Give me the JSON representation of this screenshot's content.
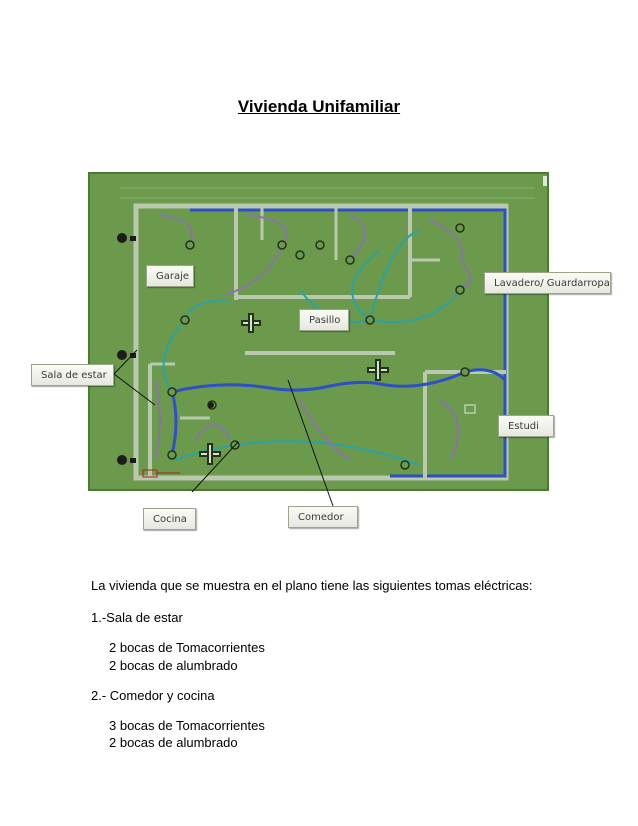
{
  "document": {
    "title": "Vivienda Unifamiliar"
  },
  "plan": {
    "background_color": "#6c9a4d",
    "frame_color": "#5a8a3d",
    "wall_color": "#b9c8ae",
    "blue_circuit_color": "#2f4fc8",
    "teal_circuit_color": "#2aa3a3",
    "purple_circuit_color": "#8a73a8",
    "labels": {
      "garaje": "Garaje",
      "pasillo": "Pasillo",
      "lavadero": "Lavadero/ Guardarropa",
      "sala": "Sala de estar",
      "estudio": "Estudi",
      "cocina": "Cocina",
      "comedor": "Comedor"
    }
  },
  "body_text": {
    "intro": "La vivienda que se muestra en el plano tiene las siguientes tomas eléctricas:",
    "item1_heading": "1.-Sala de estar",
    "item1_a": "2 bocas de Tomacorrientes",
    "item1_b": "2 bocas de alumbrado",
    "item2_heading": "2.- Comedor y cocina",
    "item2_a": "3 bocas de Tomacorrientes",
    "item2_b": "2 bocas de alumbrado"
  }
}
